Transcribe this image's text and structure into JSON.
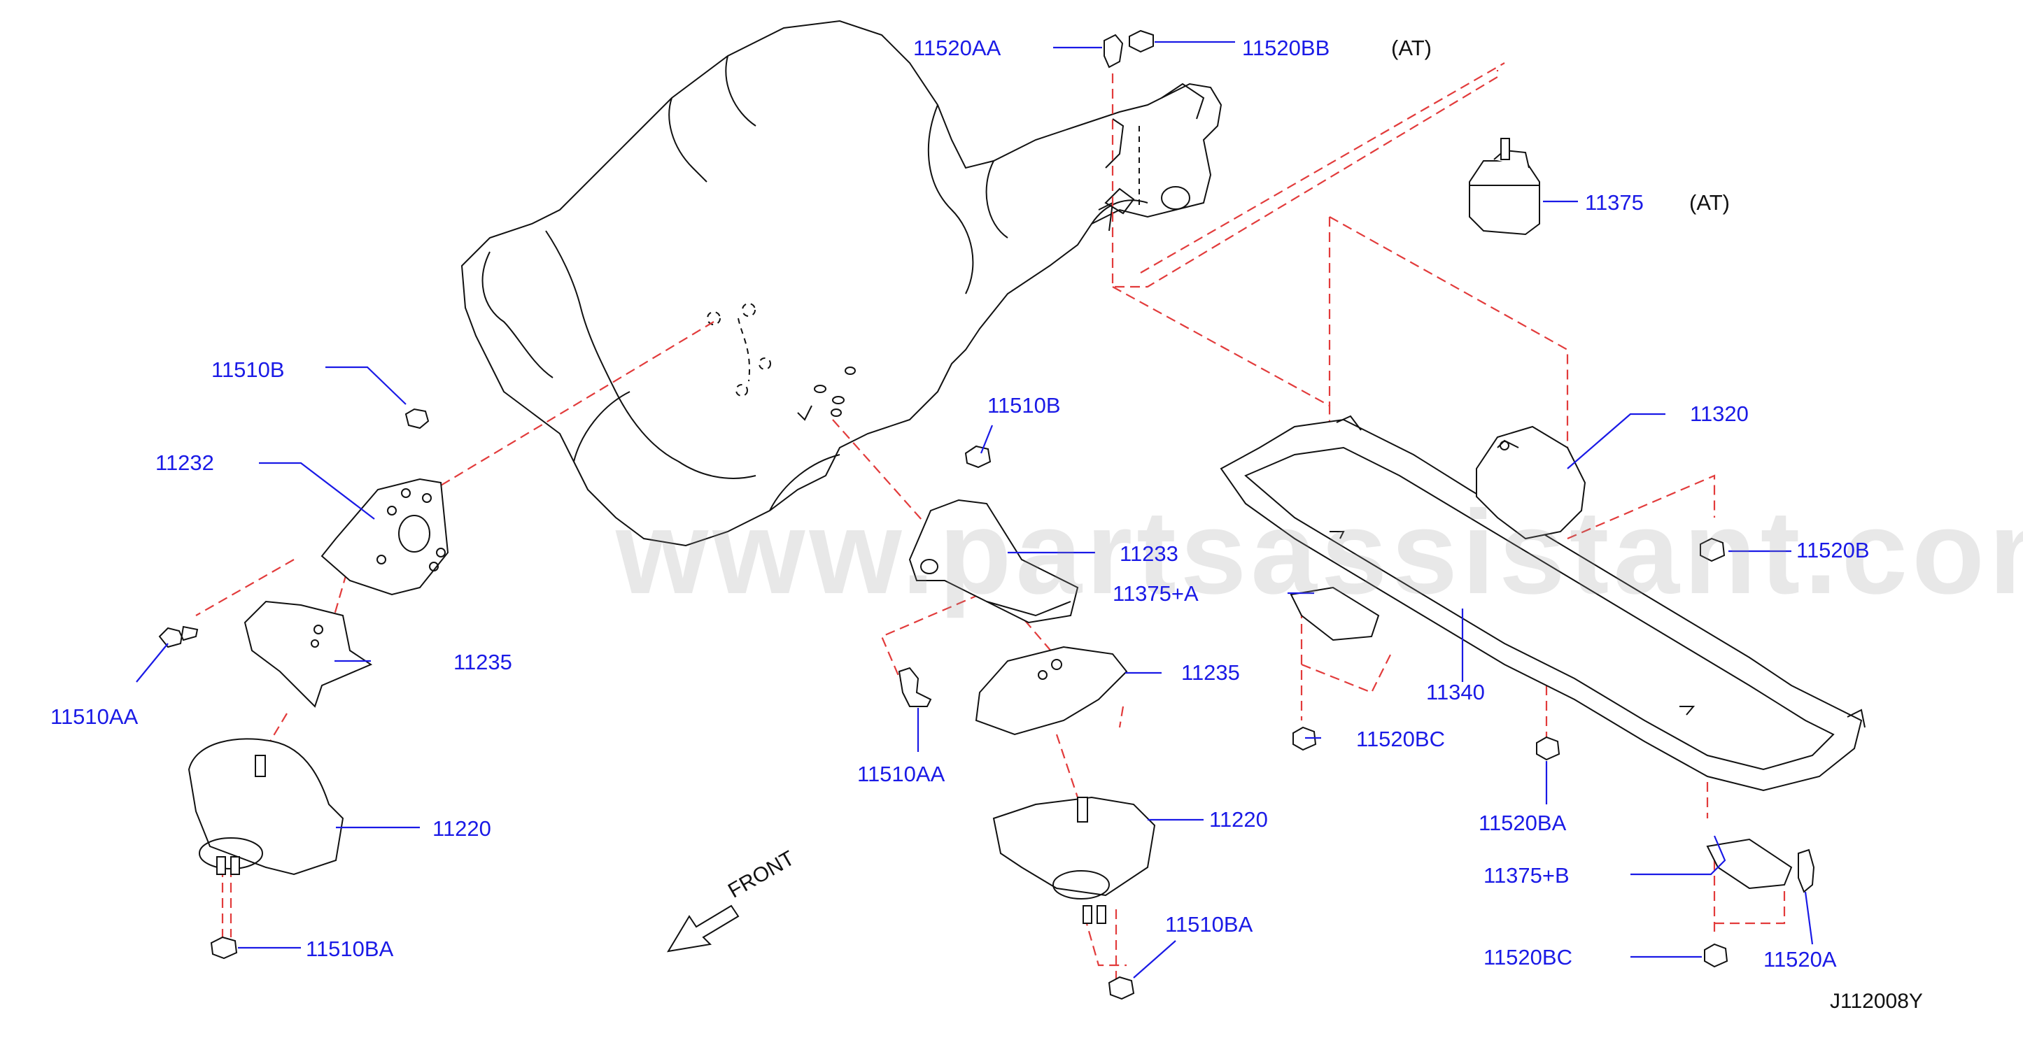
{
  "parts": {
    "p11520AA_top": "11520AA",
    "p11520BB": "11520BB",
    "at1": "(AT)",
    "p11375": "11375",
    "at2": "(AT)",
    "p11510B_left": "11510B",
    "p11232": "11232",
    "p11510B_mid": "11510B",
    "p11320": "11320",
    "p11233": "11233",
    "p11375A": "11375+A",
    "p11520B": "11520B",
    "p11235_left": "11235",
    "p11510AA_left": "11510AA",
    "p11235_mid": "11235",
    "p11340": "11340",
    "p11520BC_mid": "11520BC",
    "p11510AA_mid": "11510AA",
    "p11220_left": "11220",
    "p11220_mid": "11220",
    "p11520BA_right": "11520BA",
    "p11375B": "11375+B",
    "p11510BA_left": "11510BA",
    "p11510BA_mid": "11510BA",
    "p11520BC_bottom": "11520BC",
    "p11520A": "11520A"
  },
  "front_label": "FRONT",
  "diagram_code": "J112008Y",
  "watermark": "www.partsassistant.com",
  "colors": {
    "label": "#1a1ae6",
    "leader": "#1a1ae6",
    "guide": "#e23b3b",
    "drawing": "#111111"
  }
}
